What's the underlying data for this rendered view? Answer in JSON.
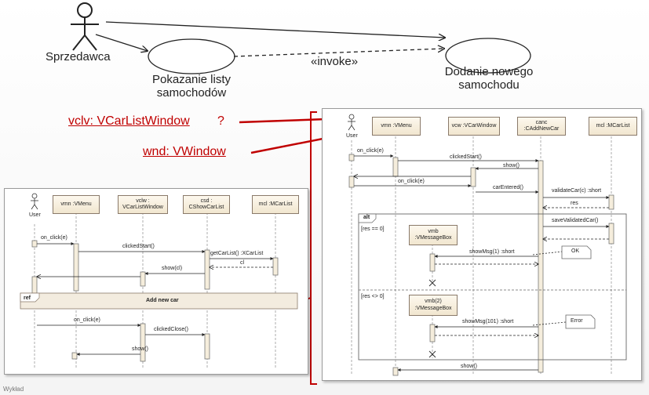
{
  "usecase": {
    "actor": "Sprzedawca",
    "uc1": [
      "Pokazanie listy",
      "samochodów"
    ],
    "uc2": [
      "Dodanie nowego",
      "samochodu"
    ],
    "relation": "«invoke»"
  },
  "annotations": {
    "label1": "vclv: VCarListWindow",
    "label1_suffix": "?",
    "label2": "wnd: VWindow",
    "accent": "#c00000"
  },
  "left_diagram": {
    "user": "User",
    "lifelines": [
      "vmn :VMenu",
      "vclw :",
      "VCarListWindow",
      "csd :",
      "CShowCarList",
      "mcl :MCarList"
    ],
    "messages": {
      "m1": "on_click(e)",
      "m2": "clickedStart()",
      "m3": "getCarList() :XCarList",
      "m4": "cl",
      "m5": "show(cl)",
      "m6": "on_click(e)",
      "m7": "clickedClose()",
      "m8": "show()"
    },
    "ref_tag": "ref",
    "ref_name": "Add new car"
  },
  "right_diagram": {
    "user": "User",
    "lifelines": [
      "vmn :VMenu",
      "vcw :VCarWindow",
      "canc",
      ":CAddNewCar",
      "mcl :MCarList"
    ],
    "messages": {
      "m1": "on_click(e)",
      "m2": "clickedStart()",
      "m3": "show()",
      "m4": "on_click(e)",
      "m5": "carEntered()",
      "m6": "validateCar(c) :short",
      "m7": "res",
      "m8": "saveValidatedCar()",
      "m9": "showMsg(1) :short",
      "m10": "showMsg(101) :short",
      "m11": "show()"
    },
    "alt_tag": "alt",
    "guard1": "[res == 0]",
    "guard2": "[res <> 0]",
    "box1": [
      "vmb",
      ":VMessageBox"
    ],
    "box2": [
      "vmb(2)",
      ":VMessageBox"
    ],
    "note1": "OK",
    "note2": "Error"
  },
  "footer": "Wykład"
}
